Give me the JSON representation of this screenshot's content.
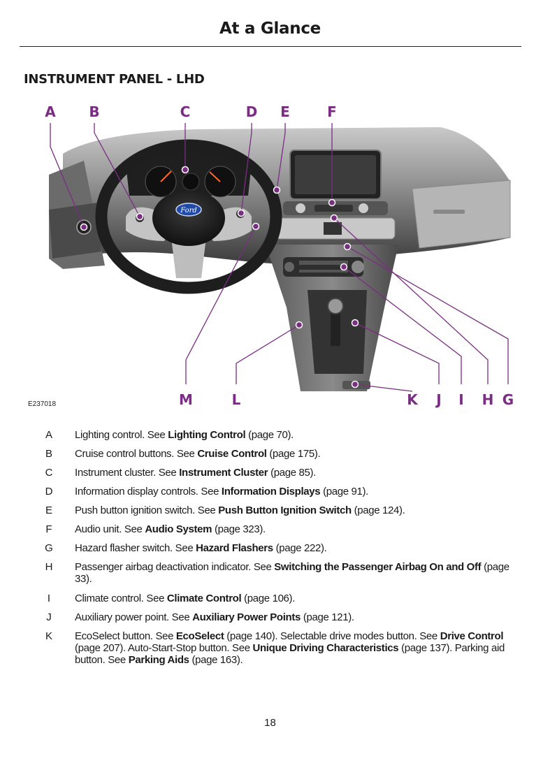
{
  "header": {
    "title": "At a Glance"
  },
  "section": {
    "title": "INSTRUMENT PANEL - LHD"
  },
  "figure": {
    "code": "E237018",
    "callout_color": "#7b2d83",
    "top_callouts": [
      "A",
      "B",
      "C",
      "D",
      "E",
      "F"
    ],
    "bottom_callouts": [
      "M",
      "L",
      "K",
      "J",
      "I",
      "H",
      "G"
    ],
    "badge_text": "Ford"
  },
  "legend": [
    {
      "letter": "A",
      "parts": [
        {
          "t": "Lighting control. See "
        },
        {
          "t": "Lighting Control",
          "b": true
        },
        {
          "t": " (page 70)."
        }
      ]
    },
    {
      "letter": "B",
      "parts": [
        {
          "t": "Cruise control buttons. See "
        },
        {
          "t": "Cruise Control",
          "b": true
        },
        {
          "t": " (page 175)."
        }
      ]
    },
    {
      "letter": "C",
      "parts": [
        {
          "t": "Instrument cluster. See "
        },
        {
          "t": "Instrument Cluster",
          "b": true
        },
        {
          "t": " (page 85)."
        }
      ]
    },
    {
      "letter": "D",
      "parts": [
        {
          "t": "Information display controls. See "
        },
        {
          "t": "Information Displays",
          "b": true
        },
        {
          "t": " (page 91)."
        }
      ]
    },
    {
      "letter": "E",
      "parts": [
        {
          "t": "Push button ignition switch. See "
        },
        {
          "t": "Push Button Ignition Switch",
          "b": true
        },
        {
          "t": " (page 124)."
        }
      ]
    },
    {
      "letter": "F",
      "parts": [
        {
          "t": "Audio unit. See "
        },
        {
          "t": "Audio System",
          "b": true
        },
        {
          "t": " (page 323)."
        }
      ]
    },
    {
      "letter": "G",
      "parts": [
        {
          "t": "Hazard flasher switch. See "
        },
        {
          "t": "Hazard Flashers",
          "b": true
        },
        {
          "t": " (page 222)."
        }
      ]
    },
    {
      "letter": "H",
      "parts": [
        {
          "t": "Passenger airbag deactivation indicator. See "
        },
        {
          "t": "Switching the Passenger Airbag On and Off",
          "b": true
        },
        {
          "t": " (page 33)."
        }
      ]
    },
    {
      "letter": "I",
      "parts": [
        {
          "t": "Climate control. See "
        },
        {
          "t": "Climate Control",
          "b": true
        },
        {
          "t": " (page 106)."
        }
      ]
    },
    {
      "letter": "J",
      "parts": [
        {
          "t": "Auxiliary power point. See "
        },
        {
          "t": "Auxiliary Power Points",
          "b": true
        },
        {
          "t": " (page 121)."
        }
      ]
    },
    {
      "letter": "K",
      "parts": [
        {
          "t": "EcoSelect button. See "
        },
        {
          "t": "EcoSelect",
          "b": true
        },
        {
          "t": " (page 140). Selectable drive modes button. See "
        },
        {
          "t": "Drive Control",
          "b": true
        },
        {
          "t": " (page 207). Auto-Start-Stop button.  See "
        },
        {
          "t": "Unique Driving Characteristics",
          "b": true
        },
        {
          "t": " (page 137). Parking aid button. See "
        },
        {
          "t": "Parking Aids",
          "b": true
        },
        {
          "t": " (page 163)."
        }
      ]
    }
  ],
  "footer": {
    "page_number": "18"
  }
}
